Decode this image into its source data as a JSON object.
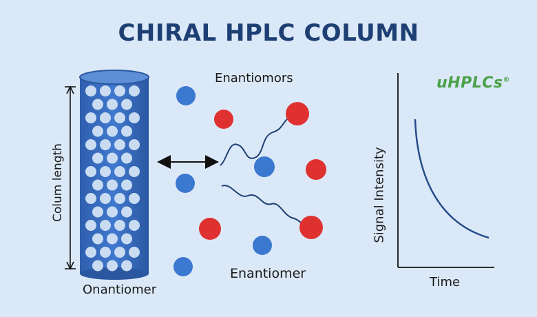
{
  "title": "CHIRAL HPLC COLUMN",
  "labels": {
    "enantiomors": "Enantiomors",
    "enantiomer": "Enantiomer",
    "onantiomer": "Onantiomer",
    "column_length": "Colum length"
  },
  "graph": {
    "y_label": "Signal Intensity",
    "x_label": "Time"
  },
  "logo": {
    "text": "uHPLCs",
    "mark": "®"
  },
  "colors": {
    "background": "#dbe8f7",
    "title": "#1e3f73",
    "column_fill": "#3a6fc2",
    "column_dark": "#2b58a3",
    "bead": "#c9dcf2",
    "molecule_blue": "#3b78cf",
    "molecule_red": "#e03131",
    "logo": "#4aa14a",
    "curve": "#244c8a"
  }
}
